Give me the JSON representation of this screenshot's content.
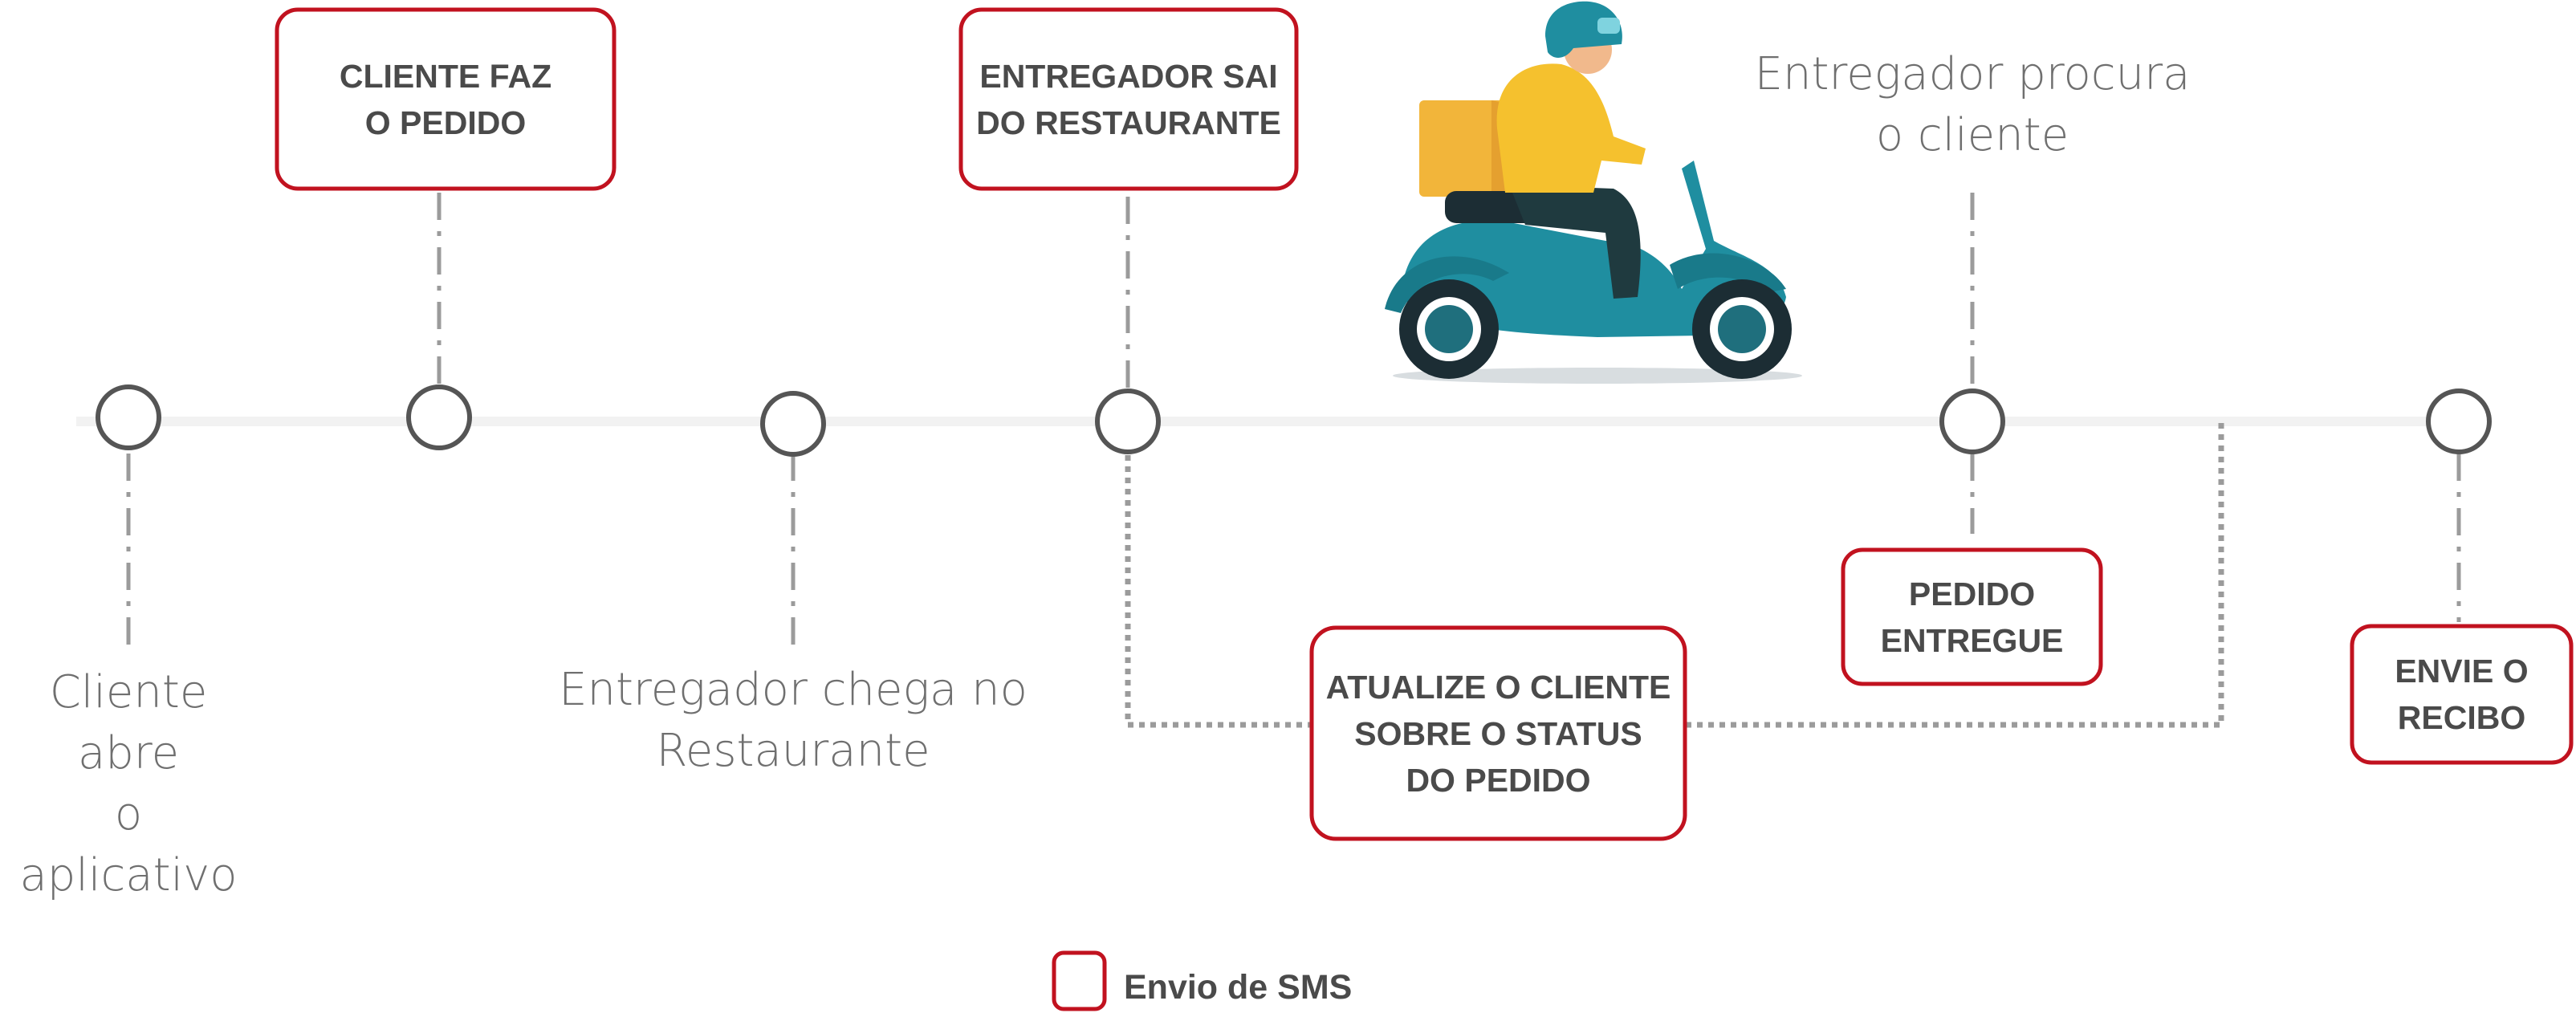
{
  "colors": {
    "sms_border": "#c1121f",
    "timeline": "#f2f2f2",
    "node": "#555555",
    "connector": "#9b9b9b",
    "text_dark": "#4a4a4a",
    "text_light": "#6f6f6f",
    "scooter_teal": "#1f8ea0",
    "box_yellow": "#f2b53a"
  },
  "steps": {
    "cliente_abre": [
      "Cliente abre",
      "o aplicativo"
    ],
    "cliente_faz_pedido": [
      "CLIENTE FAZ",
      "O PEDIDO"
    ],
    "entregador_chega": [
      "Entregador chega no",
      "Restaurante"
    ],
    "entregador_sai": [
      "ENTREGADOR SAI",
      "DO RESTAURANTE"
    ],
    "atualize_cliente": [
      "ATUALIZE O CLIENTE",
      "SOBRE O STATUS",
      "DO PEDIDO"
    ],
    "entregador_procura": [
      "Entregador procura",
      "o cliente"
    ],
    "pedido_entregue": [
      "PEDIDO",
      "ENTREGUE"
    ],
    "envie_recibo": [
      "ENVIE O",
      "RECIBO"
    ]
  },
  "legend": {
    "sms_label": "Envio de SMS"
  },
  "icons": {
    "delivery_illustration": "delivery-scooter-icon"
  }
}
